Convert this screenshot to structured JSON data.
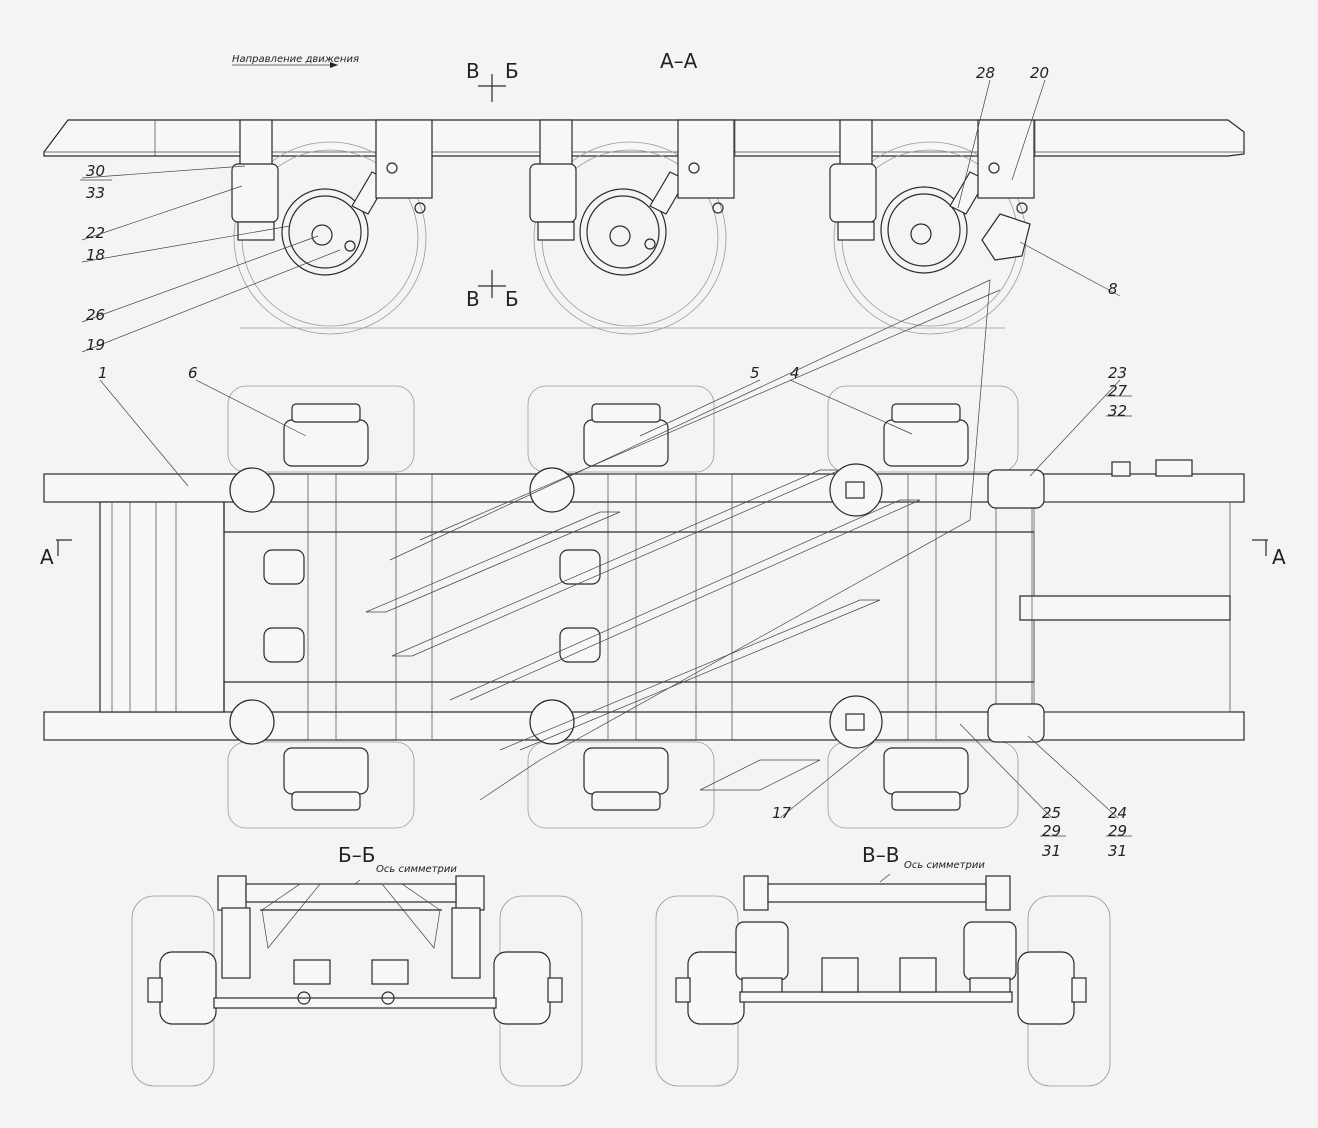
{
  "notes": {
    "direction": "Направление движения",
    "symmetry_bb": "Ось симметрии",
    "symmetry_vv": "Ось симметрии"
  },
  "titles": {
    "section_aa": "А–А",
    "section_bb": "Б–Б",
    "section_vv": "В–В",
    "cut_top_left": "В",
    "cut_top_right": "Б",
    "cut_bottom_left": "В",
    "cut_bottom_right": "Б",
    "view_a_left": "А",
    "view_a_right": "А"
  },
  "callouts": {
    "c30": "30",
    "c33": "33",
    "c22": "22",
    "c18": "18",
    "c26": "26",
    "c19": "19",
    "c28": "28",
    "c20": "20",
    "c8": "8",
    "c1": "1",
    "c6": "6",
    "c5": "5",
    "c4": "4",
    "c23": "23",
    "c27": "27",
    "c32": "32",
    "c17": "17",
    "c25": "25",
    "c29a": "29",
    "c31a": "31",
    "c24": "24",
    "c29b": "29",
    "c31b": "31"
  },
  "colors": {
    "line": "#2a2a2a",
    "background": "#f4f4f4",
    "wheel_outline": "#9a9a9a"
  }
}
